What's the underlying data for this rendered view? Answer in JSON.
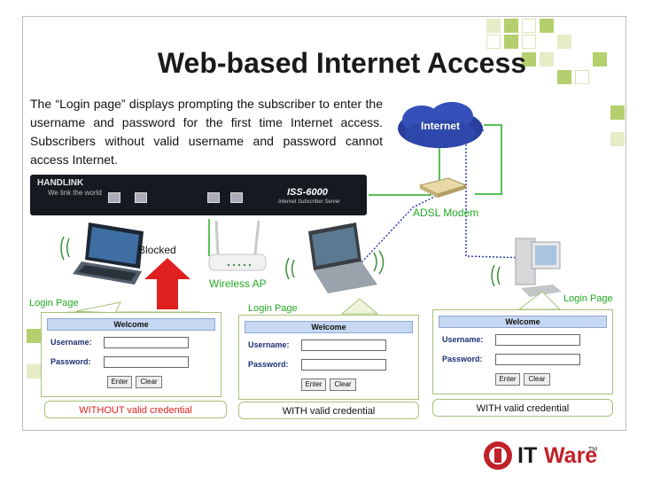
{
  "title": "Web-based Internet Access",
  "description": "The “Login page” displays prompting the subscriber to enter the username and password for the first time Internet access. Subscribers without valid username and password cannot access Internet.",
  "internet_label": "Internet",
  "adsl_label": "ADSL Modem",
  "wireless_ap_label": "Wireless AP",
  "blocked_label": "Blocked",
  "device": {
    "brand": "HANDLINK",
    "tagline": "We link the world",
    "model": "ISS-6000",
    "model_sub": "Internet Subscriber Server"
  },
  "panels": [
    {
      "login_label": "Login Page",
      "header": "Welcome",
      "username_label": "Username:",
      "password_label": "Password:",
      "enter_label": "Enter",
      "clear_label": "Clear",
      "credential": "WITHOUT valid credential"
    },
    {
      "login_label": "Login Page",
      "header": "Welcome",
      "username_label": "Username:",
      "password_label": "Password:",
      "enter_label": "Enter",
      "clear_label": "Clear",
      "credential": "WITH valid credential"
    },
    {
      "login_label": "Login Page",
      "header": "Welcome",
      "username_label": "Username:",
      "password_label": "Password:",
      "enter_label": "Enter",
      "clear_label": "Clear",
      "credential": "WITH valid credential"
    }
  ],
  "logo": {
    "brand_it": "IT",
    "brand_ware": "Ware",
    "tm": "TM"
  },
  "colors": {
    "green": "#22aa22",
    "red": "#e02020",
    "blue_dotted": "#2f3fae",
    "square_green": "#b5cf6e"
  }
}
